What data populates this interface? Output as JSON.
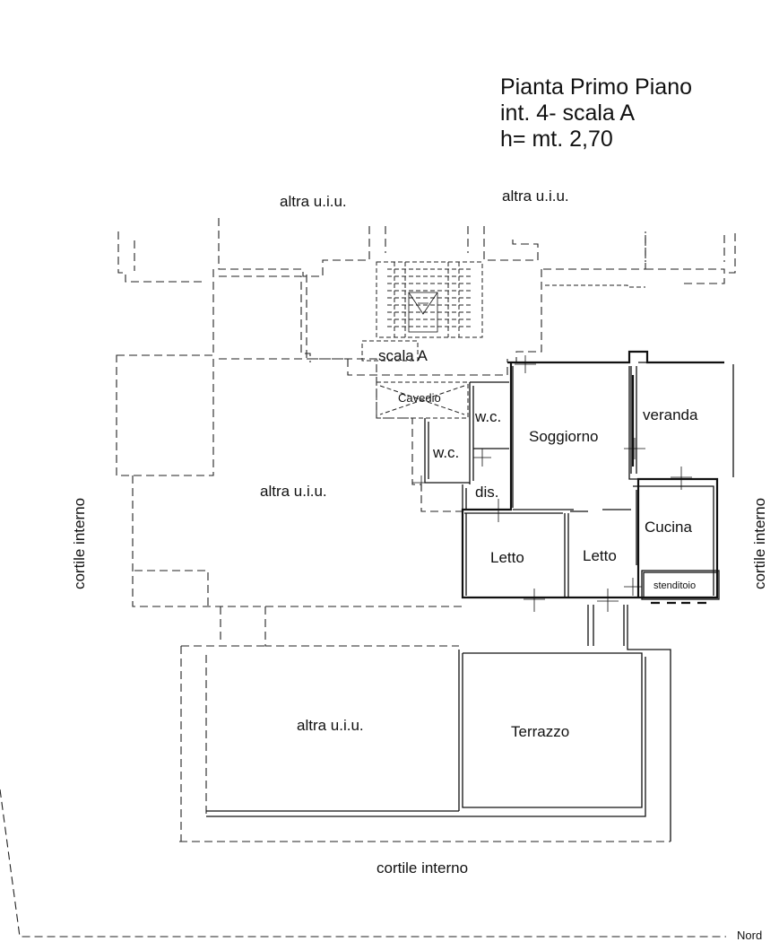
{
  "title": {
    "line1": "Pianta Primo Piano",
    "line2": "int. 4- scala A",
    "line3": "h= mt. 2,70"
  },
  "labels": {
    "altra_top_left": "altra u.i.u.",
    "altra_top_right": "altra u.i.u.",
    "scala": "scala A",
    "cavedio": "Cavedio",
    "wc_upper": "w.c.",
    "wc_lower": "w.c.",
    "soggiorno": "Soggiorno",
    "veranda": "veranda",
    "altra_middle": "altra u.i.u.",
    "dis": "dis.",
    "cucina": "Cucina",
    "letto_left": "Letto",
    "letto_right": "Letto",
    "stenditoio": "stenditoio",
    "cortile_left": "cortile interno",
    "cortile_right": "cortile interno",
    "altra_bottom": "altra u.i.u.",
    "terrazzo": "Terrazzo",
    "cortile_bottom": "cortile interno",
    "nord": "Nord"
  }
}
